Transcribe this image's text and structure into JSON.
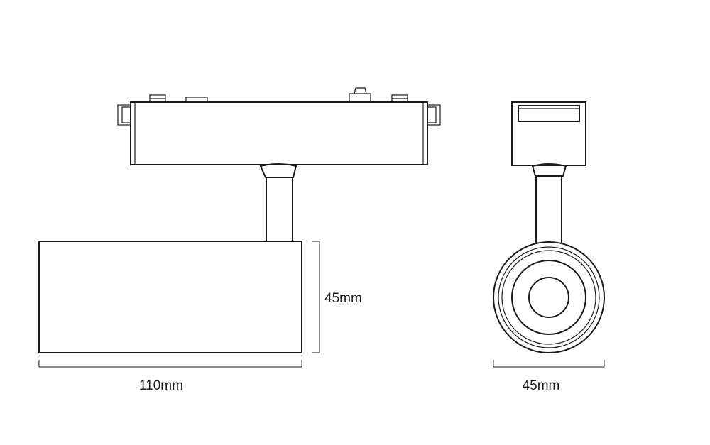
{
  "dimensions": {
    "side_height": "45mm",
    "side_length": "110mm",
    "front_width": "45mm"
  },
  "colors": {
    "line": "#1a1a1a",
    "background": "#ffffff"
  }
}
